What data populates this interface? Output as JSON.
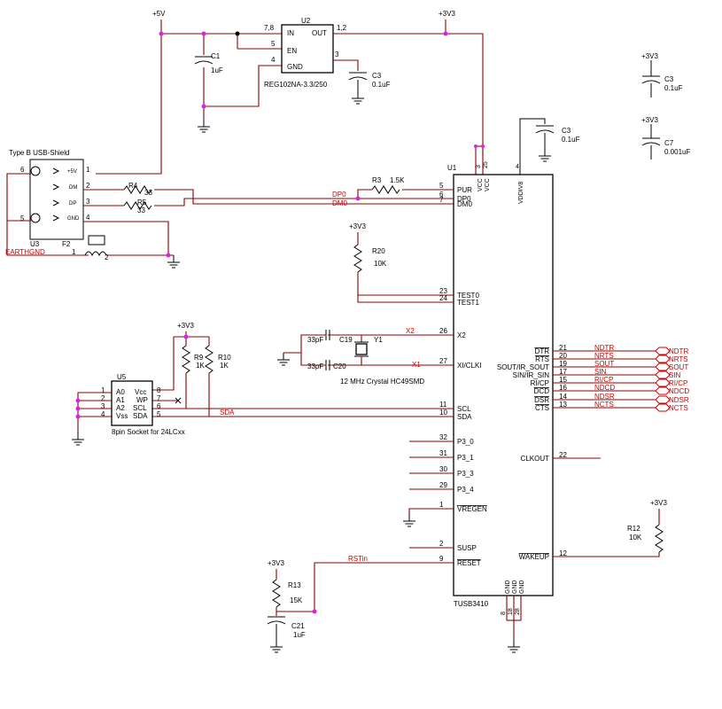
{
  "power": {
    "p5v": "+5V",
    "p3v3": "+3V3"
  },
  "regulator": {
    "ref": "U2",
    "part": "REG102NA-3.3/250",
    "pin_in": "IN",
    "pin_en": "EN",
    "pin_gnd": "GND",
    "pin_out": "OUT",
    "num_in": "7,8",
    "num_en": "5",
    "num_gnd": "4",
    "num_out": "1,2",
    "num_nr": "3"
  },
  "caps": {
    "c1_ref": "C1",
    "c1_val": "1uF",
    "c3a_ref": "C3",
    "c3a_val": "0.1uF",
    "c3b_ref": "C3",
    "c3b_val": "0.1uF",
    "c3c_ref": "C3",
    "c3c_val": "0.1uF",
    "c7_ref": "C7",
    "c7_val": "0.001uF",
    "c19_ref": "C19",
    "c20_ref": "C20",
    "c19_val": "33pF",
    "c20_val": "33pF",
    "c21_ref": "C21",
    "c21_val": "1uF"
  },
  "usb": {
    "title": "Type B USB-Shield",
    "ref": "U3",
    "pin_labels": [
      "+5V",
      "DM",
      "DP",
      "GND"
    ],
    "pin_nums": [
      "1",
      "2",
      "3",
      "4"
    ],
    "shield_pins": [
      "6",
      "5"
    ],
    "earth": "EARTHGND",
    "f2_ref": "F2",
    "f2_pin1": "1",
    "f2_pin2": "2"
  },
  "resistors": {
    "r4_ref": "R4",
    "r4_val": "33",
    "r5_ref": "R5",
    "r5_val": "33",
    "r3_ref": "R3",
    "r3_val": "1.5K",
    "r20_ref": "R20",
    "r20_val": "10K",
    "r9_ref": "R9",
    "r9_val": "1K",
    "r10_ref": "R10",
    "r10_val": "1K",
    "r12_ref": "R12",
    "r12_val": "10K",
    "r13_ref": "R13",
    "r13_val": "15K"
  },
  "nets": {
    "dp0": "DP0",
    "dm0": "DM0",
    "x2": "X2",
    "x1": "X1",
    "sda": "SDA",
    "rstin": "RSTin"
  },
  "crystal": {
    "ref": "Y1",
    "desc": "12 MHz Crystal HC49SMD"
  },
  "eeprom": {
    "ref": "U5",
    "desc": "8pin Socket for 24LCxx",
    "left_pins": [
      {
        "num": "1",
        "name": "A0"
      },
      {
        "num": "2",
        "name": "A1"
      },
      {
        "num": "3",
        "name": "A2"
      },
      {
        "num": "4",
        "name": "Vss"
      }
    ],
    "right_pins": [
      {
        "num": "8",
        "name": "Vcc"
      },
      {
        "num": "7",
        "name": "WP"
      },
      {
        "num": "6",
        "name": "SCL"
      },
      {
        "num": "5",
        "name": "SDA"
      }
    ]
  },
  "mcu": {
    "ref": "U1",
    "part": "TUSB3410",
    "left_pins": [
      {
        "num": "5",
        "name": "PUR"
      },
      {
        "num": "6",
        "name": "DP0"
      },
      {
        "num": "7",
        "name": "DM0"
      },
      {
        "num": "23",
        "name": "TEST0"
      },
      {
        "num": "24",
        "name": "TEST1"
      },
      {
        "num": "26",
        "name": "X2"
      },
      {
        "num": "27",
        "name": "XI/CLKI"
      },
      {
        "num": "11",
        "name": "SCL"
      },
      {
        "num": "10",
        "name": "SDA"
      },
      {
        "num": "32",
        "name": "P3_0"
      },
      {
        "num": "31",
        "name": "P3_1"
      },
      {
        "num": "30",
        "name": "P3_3"
      },
      {
        "num": "29",
        "name": "P3_4"
      },
      {
        "num": "1",
        "name": "VREGEN"
      },
      {
        "num": "2",
        "name": "SUSP"
      },
      {
        "num": "9",
        "name": "RESET"
      }
    ],
    "right_pins": [
      {
        "num": "21",
        "name": "DTR"
      },
      {
        "num": "20",
        "name": "RTS"
      },
      {
        "num": "19",
        "name": "SOUT/IR_SOUT"
      },
      {
        "num": "17",
        "name": "SIN/IR_SIN"
      },
      {
        "num": "15",
        "name": "RI/CP"
      },
      {
        "num": "16",
        "name": "DCD"
      },
      {
        "num": "14",
        "name": "DSR"
      },
      {
        "num": "13",
        "name": "CTS"
      },
      {
        "num": "22",
        "name": "CLKOUT"
      },
      {
        "num": "12",
        "name": "WAKEUP"
      }
    ],
    "top_pins": [
      {
        "num": "3",
        "name": "VCC"
      },
      {
        "num": "25",
        "name": "VCC"
      },
      {
        "num": "4",
        "name": "VDDIV8"
      }
    ],
    "bottom_pins": [
      {
        "num": "8",
        "name": "GND"
      },
      {
        "num": "18",
        "name": "GND"
      },
      {
        "num": "28",
        "name": "GND"
      }
    ],
    "right_nets": [
      "NDTR",
      "NRTS",
      "SOUT",
      "SIN",
      "RI/CP",
      "NDCD",
      "NDSR",
      "NCTS"
    ],
    "port_labels": [
      "NDTR",
      "NRTS",
      "SOUT",
      "SIN",
      "RI/CP",
      "NDCD",
      "NDSR",
      "NCTS"
    ]
  }
}
